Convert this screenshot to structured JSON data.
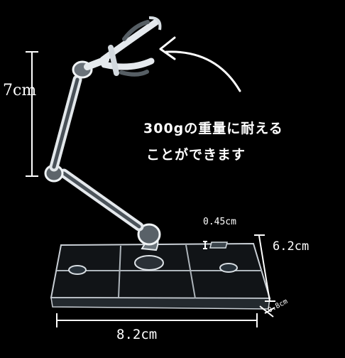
{
  "annotations": {
    "height": "7cm",
    "capacity_line1": "300gの重量に耐える",
    "capacity_line2": "ことができます",
    "thickness": "0.45cm",
    "depth": "6.2cm",
    "width": "8.2cm",
    "base_thickness": "0.8cm"
  },
  "colors": {
    "background": "#000000",
    "text": "#ffffff",
    "plastic": "#d8dde2"
  }
}
